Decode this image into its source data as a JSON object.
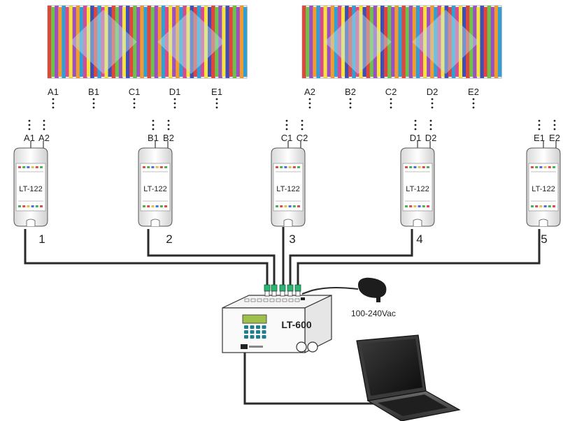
{
  "led_panels": [
    {
      "labels": [
        "A1",
        "B1",
        "C1",
        "D1",
        "E1"
      ]
    },
    {
      "labels": [
        "A2",
        "B2",
        "C2",
        "D2",
        "E2"
      ]
    }
  ],
  "decoders": [
    {
      "model": "LT-122",
      "number": "1",
      "ch_left": "A1",
      "ch_right": "A2"
    },
    {
      "model": "LT-122",
      "number": "2",
      "ch_left": "B1",
      "ch_right": "B2"
    },
    {
      "model": "LT-122",
      "number": "3",
      "ch_left": "C1",
      "ch_right": "C2"
    },
    {
      "model": "LT-122",
      "number": "4",
      "ch_left": "D1",
      "ch_right": "D2"
    },
    {
      "model": "LT-122",
      "number": "5",
      "ch_left": "E1",
      "ch_right": "E2"
    }
  ],
  "controller": {
    "model": "LT-600"
  },
  "power_adapter": {
    "label": "100-240Vac"
  },
  "computer": {
    "icon": "laptop-icon"
  },
  "colors": {
    "wire": "#2a2a2a",
    "terminal_green": "#2bb673",
    "panel_palette": [
      "#e2453c",
      "#f39c2b",
      "#f7e23e",
      "#6cc24a",
      "#2f9fd8",
      "#3b4fb8",
      "#9b4fc4",
      "#d94a8c"
    ]
  }
}
